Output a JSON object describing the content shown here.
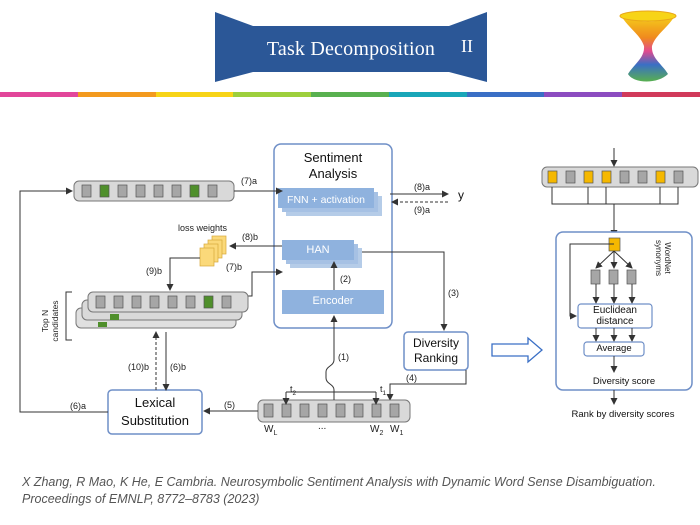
{
  "slide": {
    "title": "Task Decomposition",
    "title_suffix": "II",
    "stripe_colors": [
      "#e2469a",
      "#f39a1e",
      "#f7d417",
      "#9dcf3c",
      "#58b04f",
      "#19a6b8",
      "#3a6fc5",
      "#8c4cc0",
      "#d13a5a"
    ]
  },
  "diagram": {
    "sentiment_analysis": {
      "title_line1": "Sentiment",
      "title_line2": "Analysis"
    },
    "fnn_label": "FNN + activation",
    "han_label": "HAN",
    "encoder_label": "Encoder",
    "output_y": "y",
    "loss_weights": "loss weights",
    "top_n_candidates": "Top N candidates",
    "diversity_ranking": {
      "line1": "Diversity",
      "line2": "Ranking"
    },
    "lexical_substitution": {
      "line1": "Lexical",
      "line2": "Substitution"
    },
    "tokens": {
      "wl": "W",
      "wl_sub": "L",
      "dots": "...",
      "w2": "W",
      "w2_sub": "2",
      "w1": "W",
      "w1_sub": "1",
      "t2": "t",
      "t2_sub": "2",
      "t1": "t",
      "t1_sub": "1"
    },
    "step_labels": {
      "s7a": "(7)a",
      "s8a_out": "(8)a",
      "s9a": "(9)a",
      "s8b": "(8)b",
      "s9b": "(9)b",
      "s7b": "(7)b",
      "s2": "(2)",
      "s3": "(3)",
      "s1": "(1)",
      "s4": "(4)",
      "s5": "(5)",
      "s6a": "(6)a",
      "s10b": "(10)b",
      "s6b": "(6)b"
    }
  },
  "right_panel": {
    "wordnet_synonyms": "WordNet synonyms",
    "euclidean_line1": "Euclidean",
    "euclidean_line2": "distance",
    "average": "Average",
    "diversity_score": "Diversity score",
    "rank_label": "Rank by diversity scores"
  },
  "citation": "X Zhang, R Mao, K He, E Cambria. Neurosymbolic Sentiment Analysis with Dynamic Word Sense Disambiguation. Proceedings of EMNLP, 8772–8783 (2023)"
}
